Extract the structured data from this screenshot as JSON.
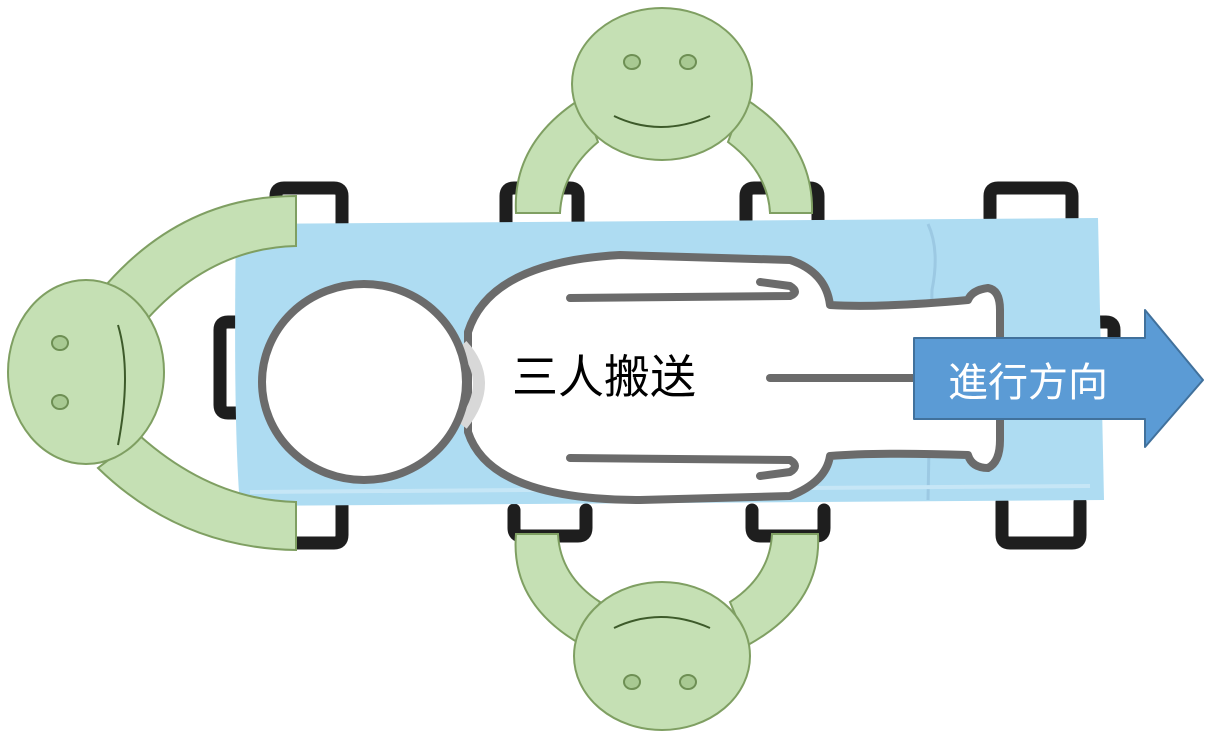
{
  "diagram": {
    "center_label": "三人搬送",
    "direction_label": "進行方向",
    "carriers": [
      "head-carrier",
      "top-side-carrier",
      "bottom-side-carrier"
    ],
    "colors": {
      "sheet": "#aedcf2",
      "sheet_edge": "#c6e6f6",
      "handle": "#1e1e1e",
      "face_fill": "#c5e0b4",
      "face_stroke": "#7f9f62",
      "patient_outline": "#6b6b6b",
      "arrow_fill": "#5b9bd5",
      "arrow_stroke": "#41719c",
      "arrow_text": "#ffffff",
      "label_text": "#000000"
    }
  }
}
